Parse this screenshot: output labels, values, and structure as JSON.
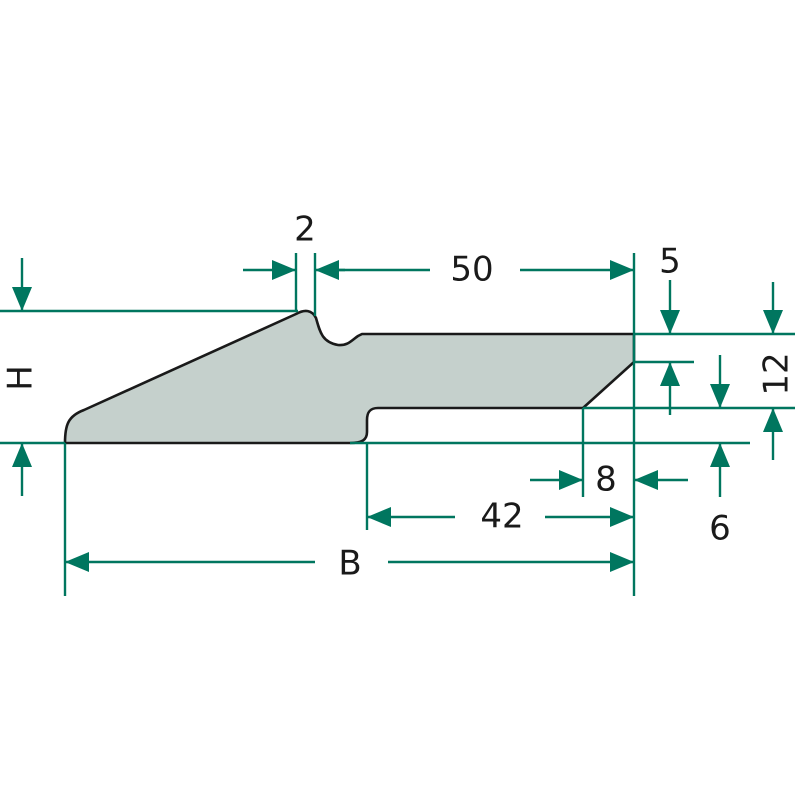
{
  "diagram": {
    "title": "Blade profile cross-section",
    "colors": {
      "dimension": "#00765f",
      "profile_fill": "#c5d0cc",
      "outline": "#1a1a1a"
    },
    "labels": {
      "tip_width": "2",
      "top_length": "50",
      "height": "H",
      "width": "B",
      "bottom_length": "42",
      "chamfer_width": "8",
      "chamfer_height": "5",
      "thickness": "12",
      "step": "6"
    }
  }
}
